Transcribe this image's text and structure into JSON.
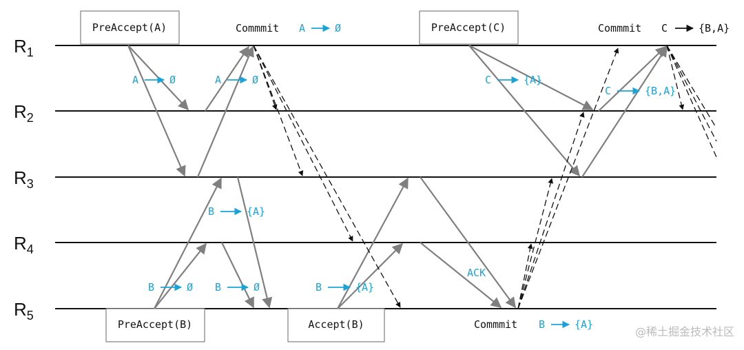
{
  "replicas": [
    {
      "letter": "R",
      "sub": "1"
    },
    {
      "letter": "R",
      "sub": "2"
    },
    {
      "letter": "R",
      "sub": "3"
    },
    {
      "letter": "R",
      "sub": "4"
    },
    {
      "letter": "R",
      "sub": "5"
    }
  ],
  "boxes": {
    "preaccept_a": "PreAccept(A)",
    "preaccept_c": "PreAccept(C)",
    "preaccept_b": "PreAccept(B)",
    "accept_b": "Accept(B)"
  },
  "commits": {
    "a": {
      "word": "Commmit",
      "lhs": "A",
      "rhs": "Ø"
    },
    "c": {
      "word": "Commmit",
      "lhs": "C",
      "rhs": "{B,A}"
    },
    "b": {
      "word": "Commmit",
      "lhs": "B",
      "rhs": "{A}"
    }
  },
  "deps": {
    "a_r2_left": {
      "lhs": "A",
      "rhs": "Ø"
    },
    "a_r2_right": {
      "lhs": "A",
      "rhs": "Ø"
    },
    "c_r2_left": {
      "lhs": "C",
      "rhs": "{A}"
    },
    "c_r2_right": {
      "lhs": "C",
      "rhs": "{B,A}"
    },
    "b_r3": {
      "lhs": "B",
      "rhs": "{A}"
    },
    "b_r5_1": {
      "lhs": "B",
      "rhs": "Ø"
    },
    "b_r5_2": {
      "lhs": "B",
      "rhs": "Ø"
    },
    "b_r5_accept": {
      "lhs": "B",
      "rhs": "{A}"
    }
  },
  "ack": "ACK",
  "watermark": "@稀土掘金技术社区",
  "colors": {
    "timeline": "#111111",
    "message": "#7f7f7f",
    "dashed": "#111111",
    "accent": "#1aa3d9",
    "box_border": "#7f7f7f"
  }
}
